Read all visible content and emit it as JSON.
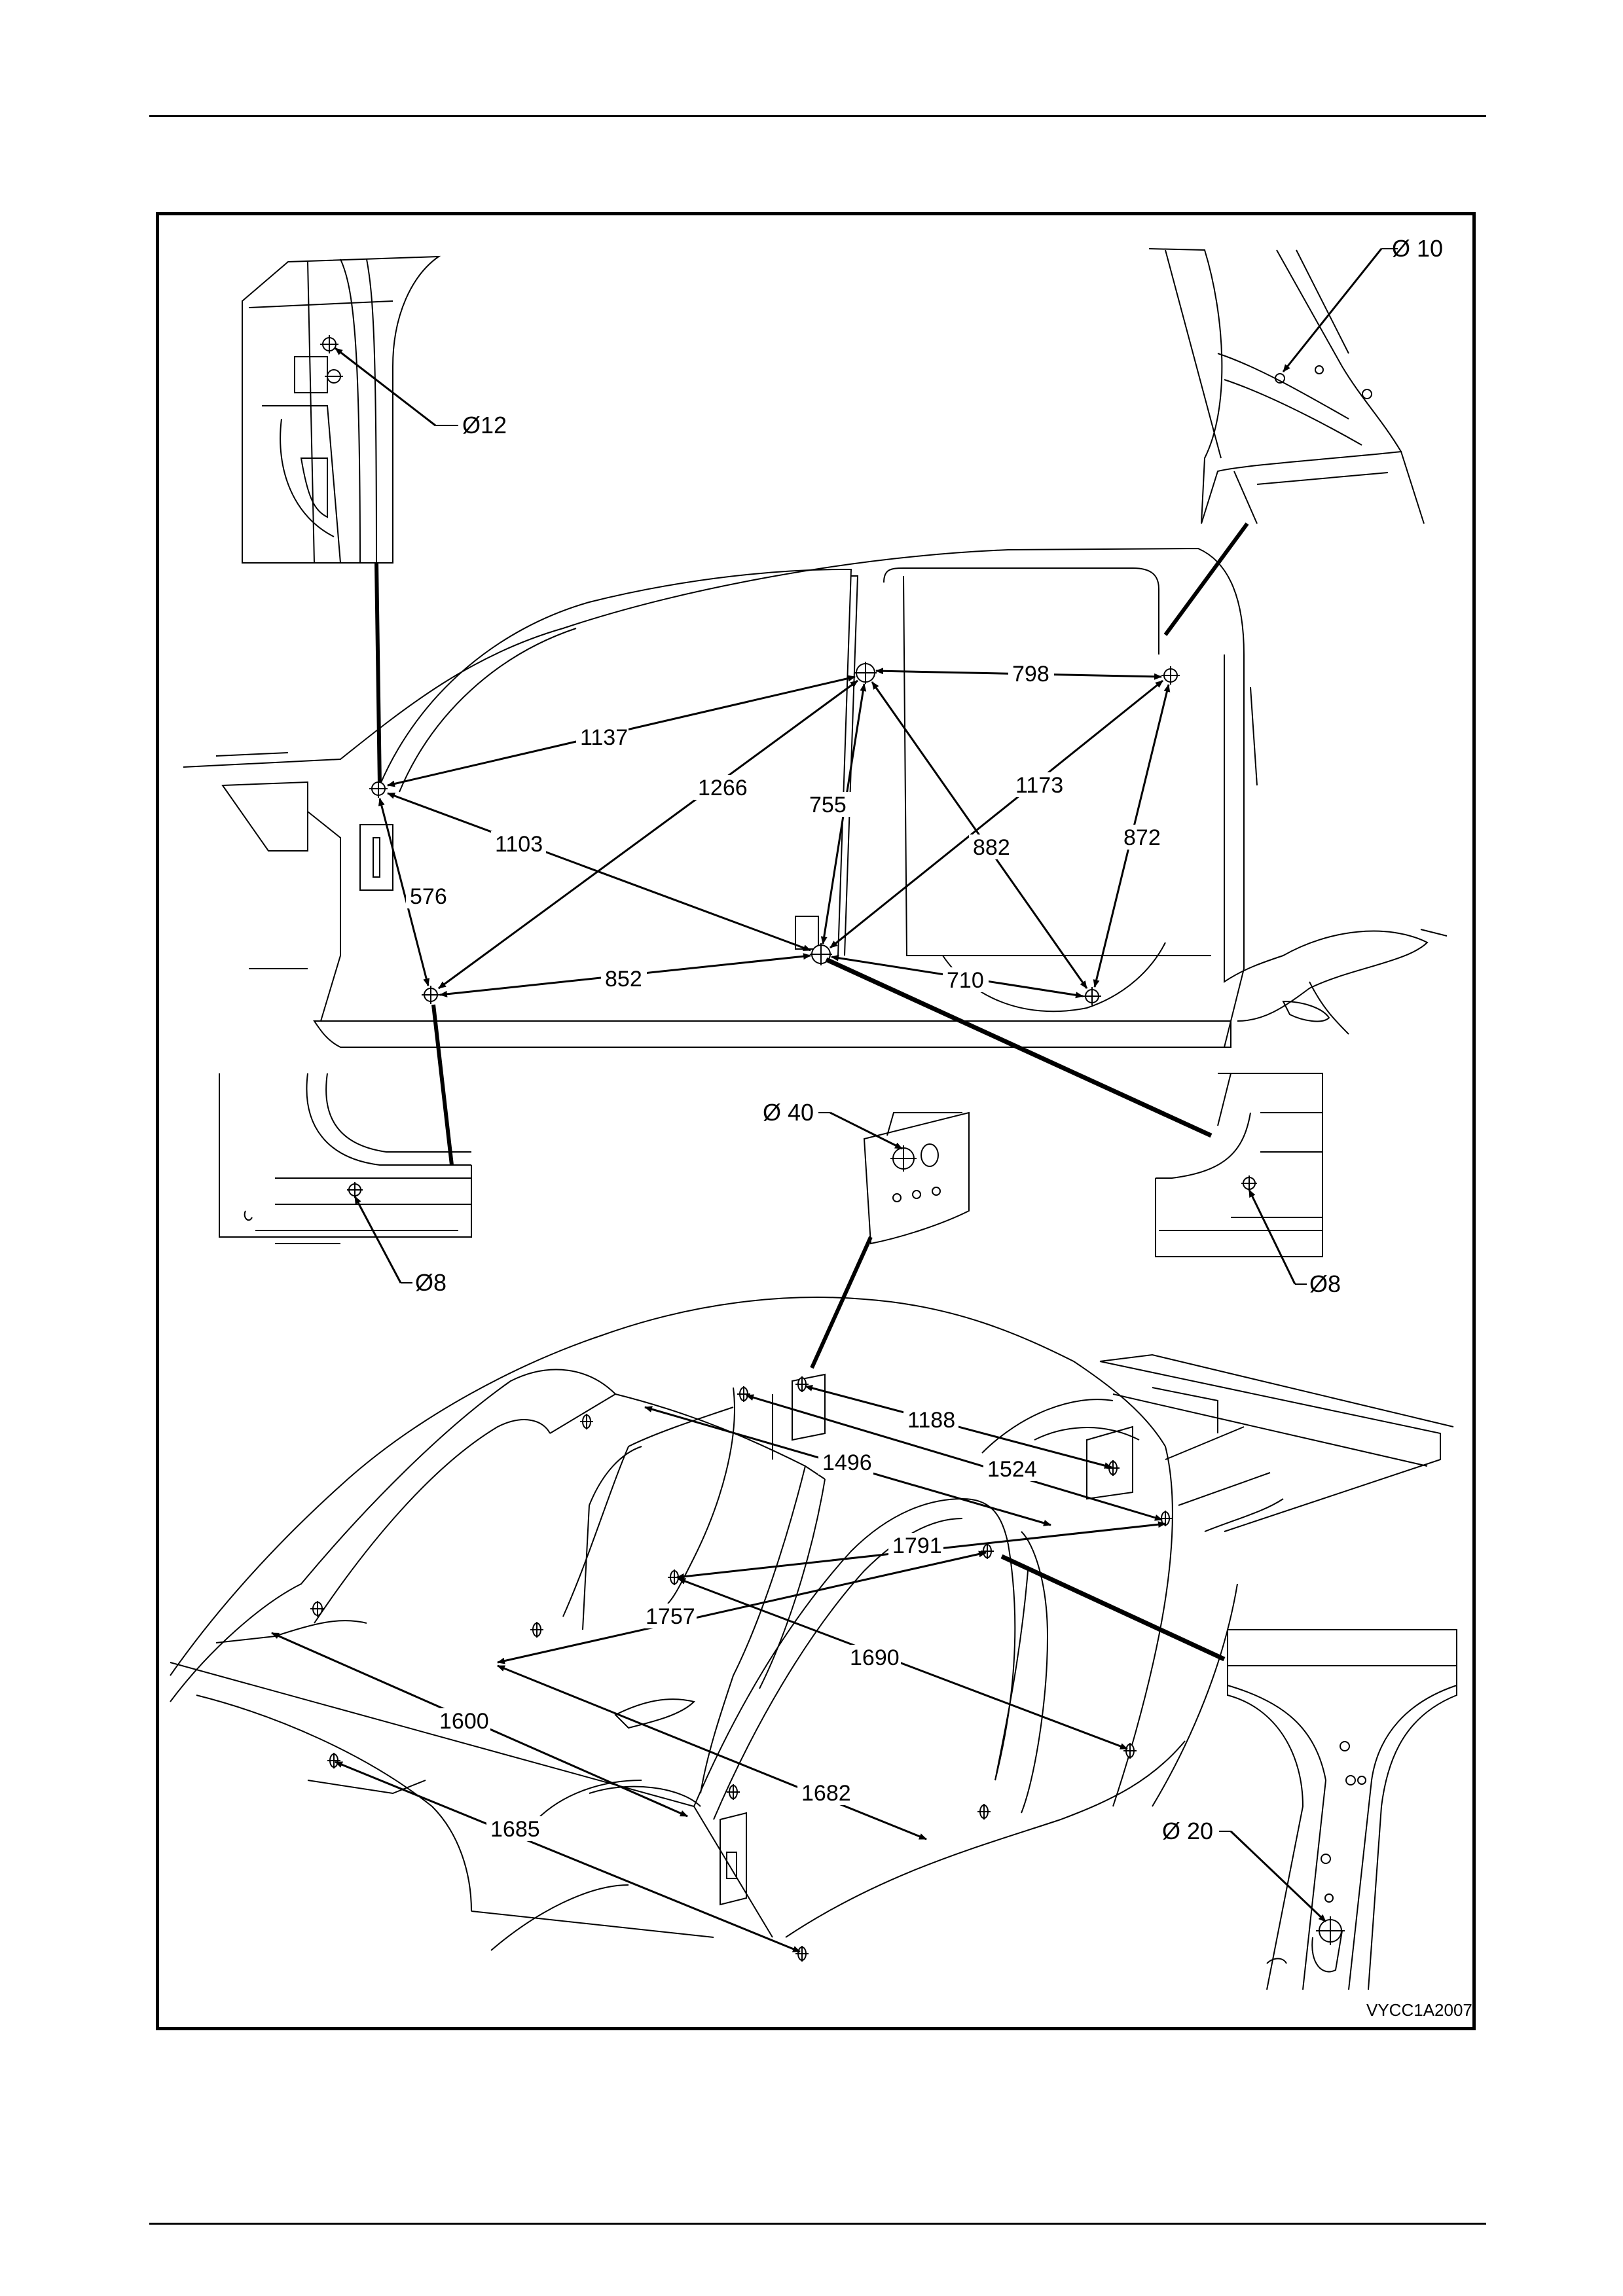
{
  "figure_code": "VYCC1A2007",
  "diameter_callouts": {
    "front_pillar_upper": "Ø12",
    "rear_pillar": "Ø 10",
    "front_sill": "Ø8",
    "center_sill": "Ø8",
    "b_pillar_plate": "Ø 40",
    "b_pillar_lower": "Ø 20"
  },
  "side_view_dimensions": {
    "d1137": "1137",
    "d1266": "1266",
    "d755": "755",
    "d798": "798",
    "d1173": "1173",
    "d1103": "1103",
    "d882": "882",
    "d872": "872",
    "d576": "576",
    "d852": "852",
    "d710": "710"
  },
  "perspective_dimensions": {
    "d1188": "1188",
    "d1496": "1496",
    "d1524": "1524",
    "d1791": "1791",
    "d1757": "1757",
    "d1690": "1690",
    "d1600": "1600",
    "d1682": "1682",
    "d1685": "1685"
  }
}
